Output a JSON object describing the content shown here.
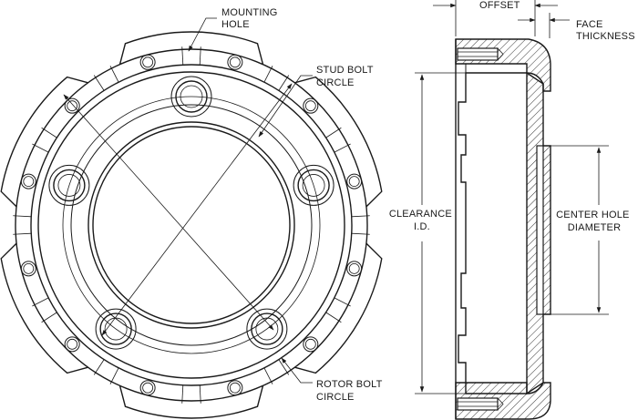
{
  "labels": {
    "mounting_hole": [
      "MOUNTING",
      "HOLE"
    ],
    "stud_bolt_circle": [
      "STUD BOLT",
      "CIRCLE"
    ],
    "rotor_bolt_circle": [
      "ROTOR BOLT",
      "CIRCLE"
    ],
    "offset": "OFFSET",
    "face_thickness": [
      "FACE",
      "THICKNESS"
    ],
    "clearance_id": [
      "CLEARANCE",
      "I.D."
    ],
    "center_hole_diameter": [
      "CENTER HOLE",
      "DIAMETER"
    ]
  },
  "colors": {
    "line": "#1a1a1a",
    "background": "#ffffff"
  }
}
